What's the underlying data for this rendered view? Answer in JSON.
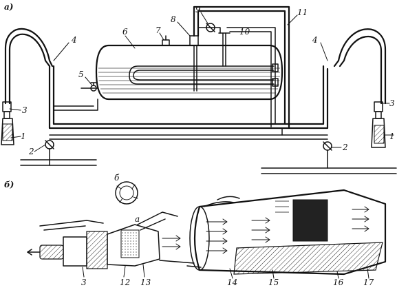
{
  "panels": [
    {
      "id": "a",
      "label": "а)"
    },
    {
      "id": "b",
      "label": "б)"
    }
  ],
  "callouts": {
    "n1_left": "1",
    "n1_right": "1",
    "n2_left": "2",
    "n2_right": "2",
    "n3_left": "3",
    "n3_right": "3",
    "n3_bottom": "3",
    "n4_left": "4",
    "n4_right": "4",
    "n5": "5",
    "n6": "6",
    "n7": "7",
    "n8": "8",
    "n9": "9",
    "n10": "10",
    "n11": "11",
    "n12": "12",
    "n13": "13",
    "n14": "14",
    "n15": "15",
    "n16": "16",
    "n17": "17",
    "a_small": "а",
    "b_small": "б"
  }
}
